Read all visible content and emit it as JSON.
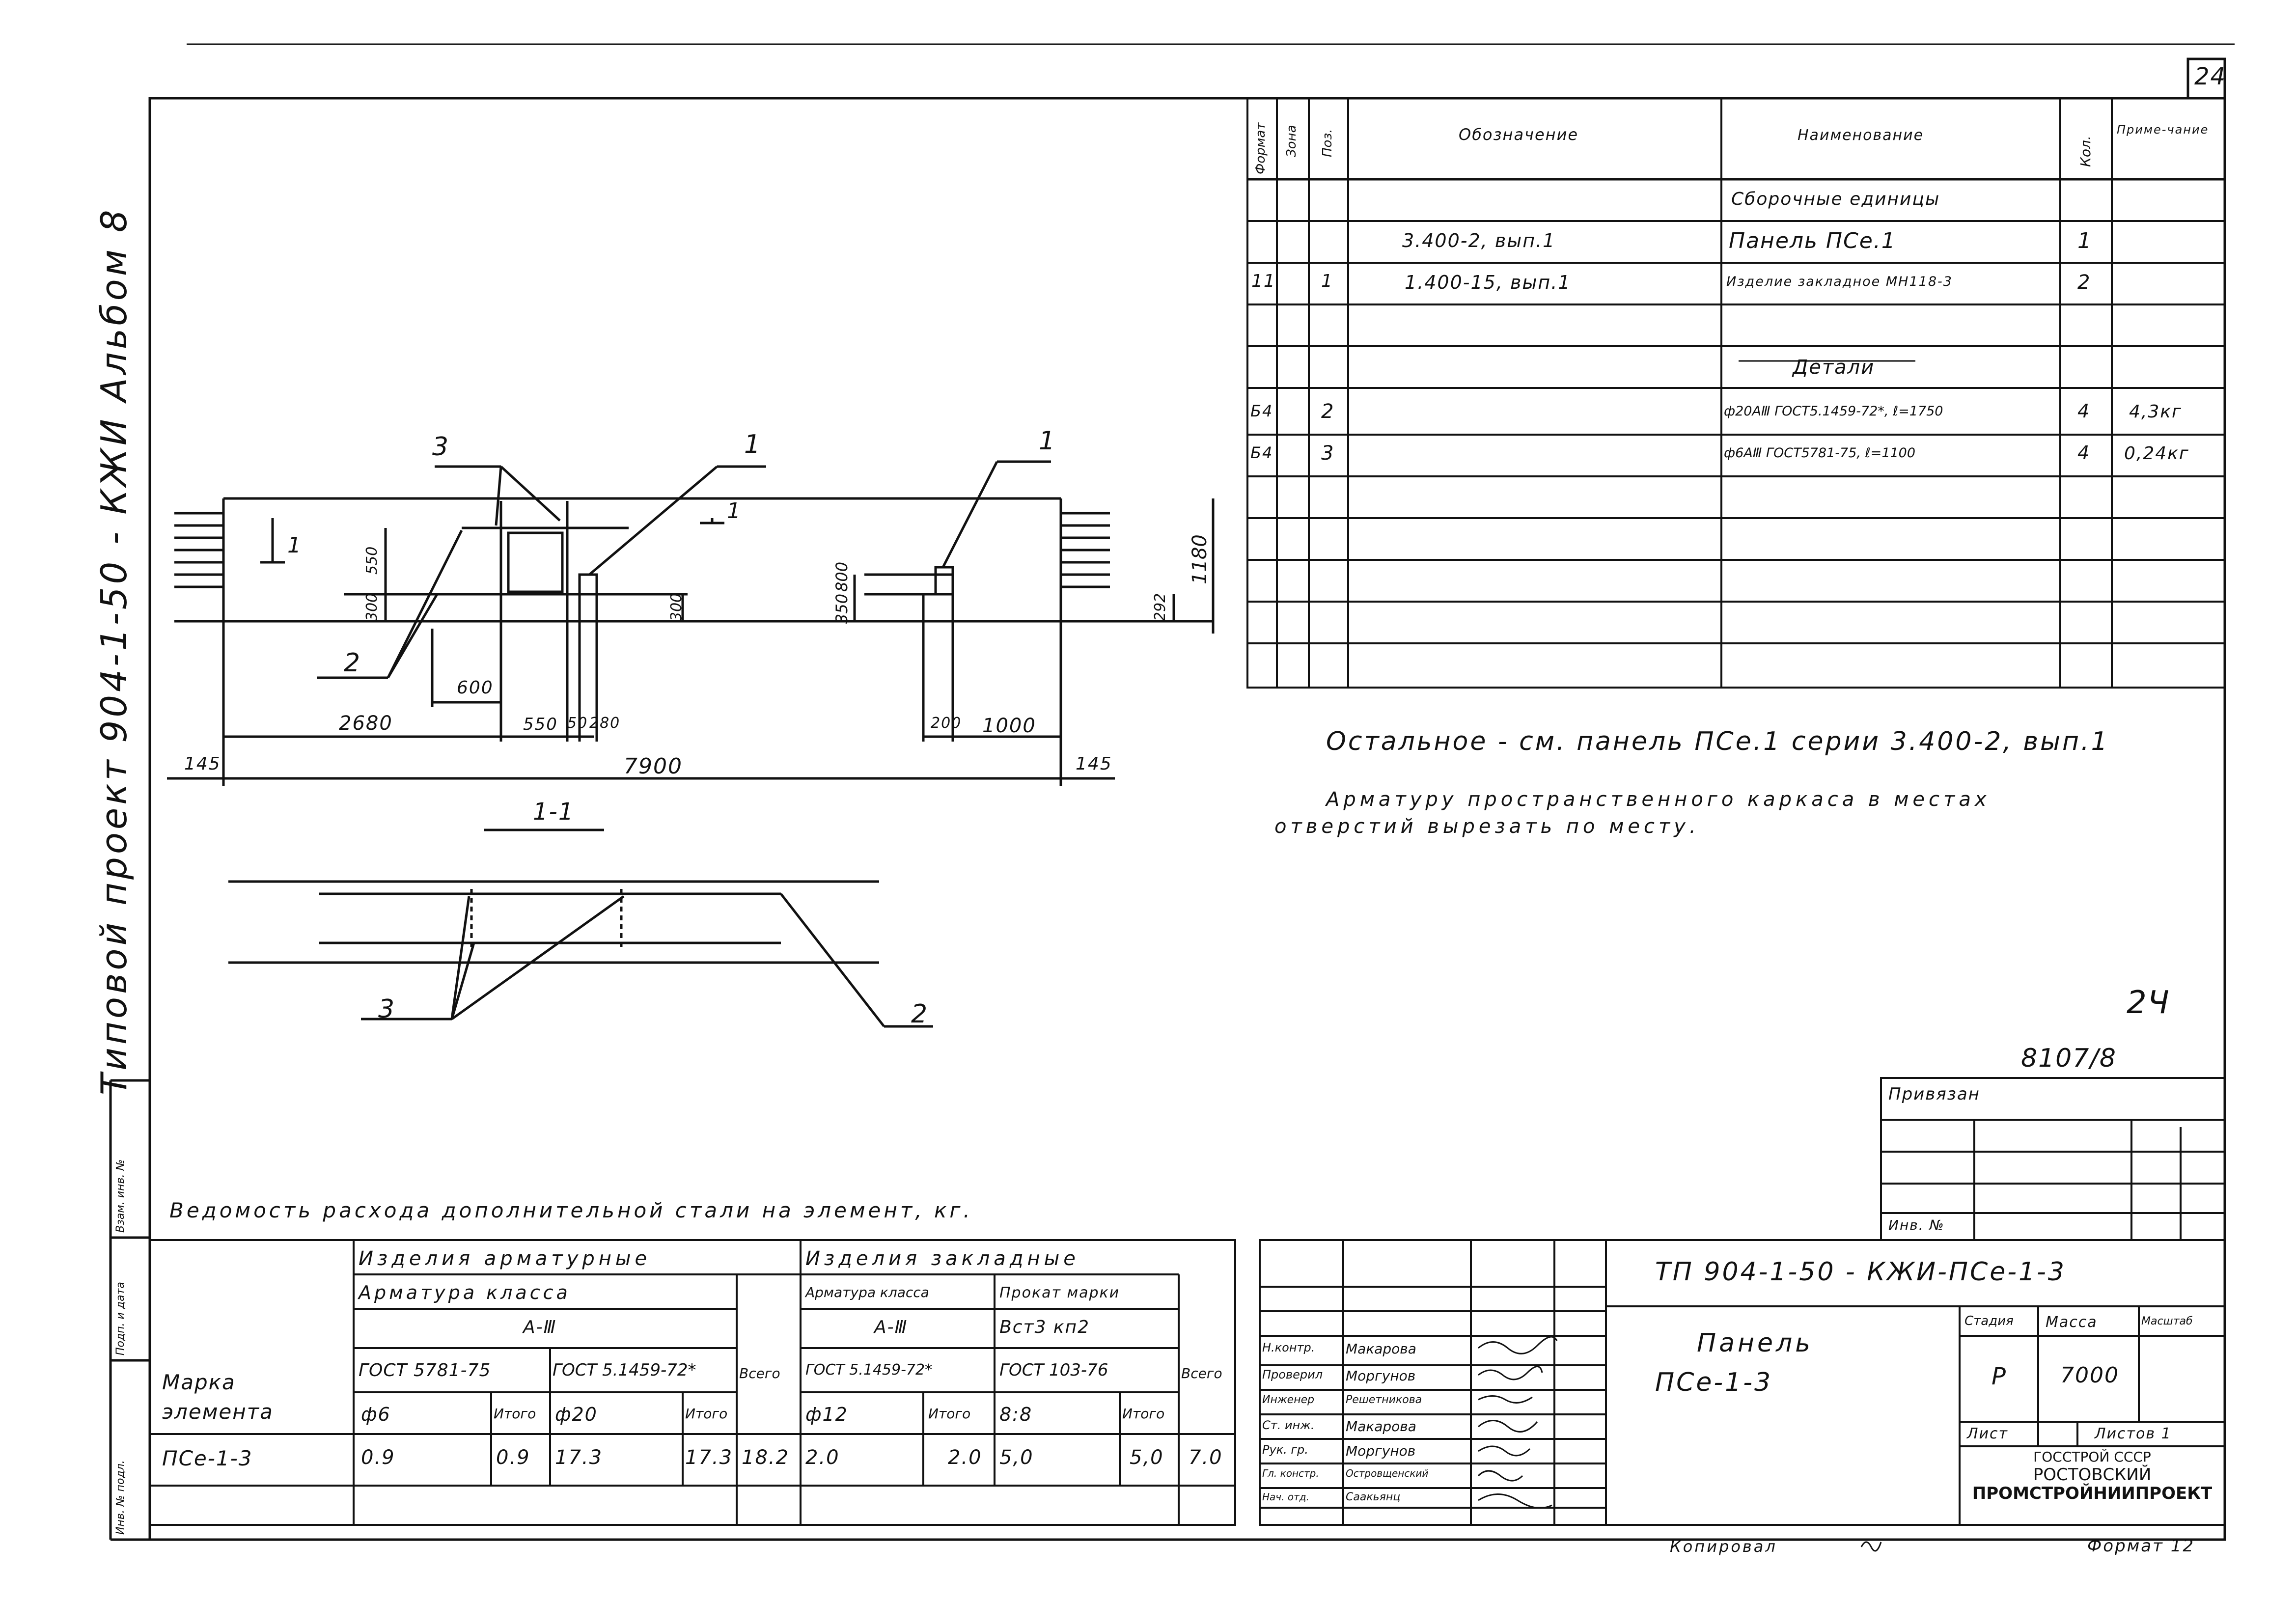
{
  "page_number": "24",
  "side_title": "Типовой проект 904-1-50 - КЖИ Альбом 8",
  "side_stamp_labels": [
    "Инв. № подл.",
    "Подп. и дата",
    "Взам. инв. №"
  ],
  "spec_table": {
    "headers": [
      "Формат",
      "Зона",
      "Поз.",
      "Обозначение",
      "Наименование",
      "Кол.",
      "Приме-чание"
    ],
    "rows": [
      {
        "format": "",
        "zone": "",
        "pos": "",
        "designation": "",
        "name": "Сборочные единицы",
        "qty": "",
        "note": ""
      },
      {
        "format": "",
        "zone": "",
        "pos": "",
        "designation": "3.400-2, вып.1",
        "name": "Панель ПСе.1",
        "qty": "1",
        "note": ""
      },
      {
        "format": "11",
        "zone": "",
        "pos": "1",
        "designation": "1.400-15, вып.1",
        "name": "Изделие закладное МН118-3",
        "qty": "2",
        "note": ""
      },
      {
        "format": "",
        "zone": "",
        "pos": "",
        "designation": "",
        "name": "",
        "qty": "",
        "note": ""
      },
      {
        "format": "",
        "zone": "",
        "pos": "",
        "designation": "",
        "name": "Детали",
        "qty": "",
        "note": ""
      },
      {
        "format": "Б4",
        "zone": "",
        "pos": "2",
        "designation": "",
        "name": "ф20АⅢ ГОСТ5.1459-72*, ℓ=1750",
        "qty": "4",
        "note": "4,3кг"
      },
      {
        "format": "Б4",
        "zone": "",
        "pos": "3",
        "designation": "",
        "name": "ф6АⅢ ГОСТ5781-75, ℓ=1100",
        "qty": "4",
        "note": "0,24кг"
      },
      {
        "format": "",
        "zone": "",
        "pos": "",
        "designation": "",
        "name": "",
        "qty": "",
        "note": ""
      },
      {
        "format": "",
        "zone": "",
        "pos": "",
        "designation": "",
        "name": "",
        "qty": "",
        "note": ""
      },
      {
        "format": "",
        "zone": "",
        "pos": "",
        "designation": "",
        "name": "",
        "qty": "",
        "note": ""
      },
      {
        "format": "",
        "zone": "",
        "pos": "",
        "designation": "",
        "name": "",
        "qty": "",
        "note": ""
      },
      {
        "format": "",
        "zone": "",
        "pos": "",
        "designation": "",
        "name": "",
        "qty": "",
        "note": ""
      }
    ]
  },
  "notes": {
    "line1": "Остальное - см. панель ПСе.1 серии 3.400-2, вып.1",
    "line2a": "Арматуру пространственного каркаса   в местах",
    "line2b": "отверстий вырезать по месту."
  },
  "drawing": {
    "labels": {
      "l3": "3",
      "l1a": "1",
      "l1b": "1",
      "l2": "2",
      "sec_mark_a": "1",
      "sec_mark_b": "1"
    },
    "dims": {
      "d550": "550",
      "d300": "300",
      "d300b": "300",
      "d600": "600",
      "d2680": "2680",
      "d550b": "550",
      "d50": "50",
      "d280": "280",
      "d7900": "7900",
      "d145l": "145",
      "d145r": "145",
      "d350": "350",
      "d800": "800",
      "d200": "200",
      "d1000": "1000",
      "d1180": "1180",
      "d292": "292"
    },
    "section_title": "1-1",
    "section_labels": {
      "s3": "3",
      "s2": "2"
    }
  },
  "stamp_code": "2Ч",
  "archive_no": "8107/8",
  "binding": {
    "label": "Привязан",
    "inv_label": "Инв. №"
  },
  "steel_table": {
    "title": "Ведомость расхода дополнительной стали на элемент, кг.",
    "group1": "Изделия арматурные",
    "group2": "Изделия закладные",
    "sub1": "Арматура класса",
    "sub1_class": "А-Ⅲ",
    "sub2a": "Арматура класса",
    "sub2a_class": "А-Ⅲ",
    "sub2b": "Прокат марки",
    "sub2b_grade": "Вст3 кп2",
    "gost1": "ГОСТ 5781-75",
    "gost2": "ГОСТ 5.1459-72*",
    "gost3": "ГОСТ 5.1459-72*",
    "gost4": "ГОСТ 103-76",
    "total_label": "Всего",
    "total_label2": "Всего",
    "mark_label": "Марка элемента",
    "col_d6": "ф6",
    "col_itogo1": "Итого",
    "col_d20": "ф20",
    "col_itogo2": "Итого",
    "col_d12": "ф12",
    "col_itogo3": "Итого",
    "col_88": "8:8",
    "col_itogo4": "Итого",
    "row": {
      "mark": "ПСе-1-3",
      "d6": "0.9",
      "itogo1": "0.9",
      "d20": "17.3",
      "itogo2": "17.3",
      "total1": "18.2",
      "d12": "2.0",
      "itogo3": "2.0",
      "v88": "5,0",
      "itogo4": "5,0",
      "total2": "7.0"
    }
  },
  "title_block": {
    "code": "ТП 904-1-50 - КЖИ-ПСе-1-3",
    "name_line1": "Панель",
    "name_line2": "ПСе-1-3",
    "stage_label": "Стадия",
    "mass_label": "Масса",
    "scale_label": "Масштаб",
    "stage": "Р",
    "mass": "7000",
    "sheet_label": "Лист",
    "sheets_label": "Листов 1",
    "org1": "ГОССТРОЙ СССР",
    "org2": "РОСТОВСКИЙ",
    "org3": "ПРОМСТРОЙНИИПРОЕКТ",
    "signers": [
      {
        "role": "Н.контр.",
        "name": "Макарова"
      },
      {
        "role": "Проверил",
        "name": "Моргунов"
      },
      {
        "role": "Инженер",
        "name": "Решетникова"
      },
      {
        "role": "Ст. инж.",
        "name": "Макарова"
      },
      {
        "role": "Рук. гр.",
        "name": "Моргунов"
      },
      {
        "role": "Гл. констр.",
        "name": "Островщенский"
      },
      {
        "role": "Нач. отд.",
        "name": "Саакьянц"
      }
    ],
    "copied": "Копировал",
    "format": "Формат 12"
  }
}
